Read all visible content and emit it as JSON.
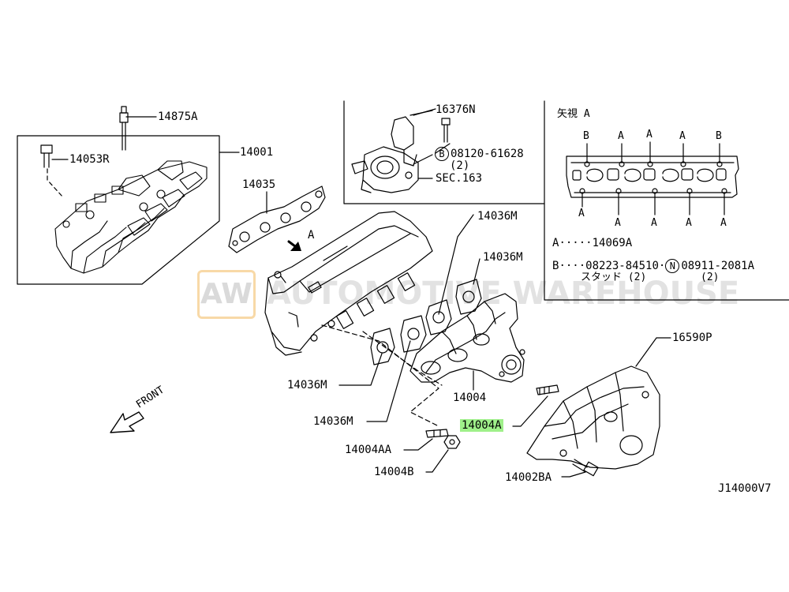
{
  "labels": {
    "p14875A": "14875A",
    "p14053R": "14053R",
    "p14001": "14001",
    "p14035": "14035",
    "a_arrow": "A",
    "p16376N": "16376N",
    "b_circ": "B",
    "p08120": "08120-61628",
    "p08120_qty": "(2)",
    "sec163": "SEC.163",
    "p14036M_1": "14036M",
    "p14036M_2": "14036M",
    "p14036M_3": "14036M",
    "p14036M_4": "14036M",
    "p14004": "14004",
    "p14004A": "14004A",
    "p14004AA": "14004AA",
    "p14004B": "14004B",
    "p16590P": "16590P",
    "p14002BA": "14002BA",
    "front": "FRONT",
    "diagram_code": "J14000V7"
  },
  "view_a": {
    "title": "矢視 A",
    "top_marks": [
      "B",
      "A",
      "A",
      "A",
      "B"
    ],
    "bottom_marks": [
      "A",
      "A",
      "A",
      "A",
      "A"
    ],
    "legend_a_key": "A",
    "legend_a_val": "14069A",
    "legend_b_key": "B",
    "legend_b_val1": "08223-84510",
    "legend_b_n": "N",
    "legend_b_val2": "08911-2081A",
    "legend_b_sub1": "スタッド (2)",
    "legend_b_sub2": "(2)"
  },
  "watermark": {
    "badge": "AW",
    "text": "AUTOMOTIVE WAREHOUSE"
  },
  "highlight_color": "#9ff08a"
}
